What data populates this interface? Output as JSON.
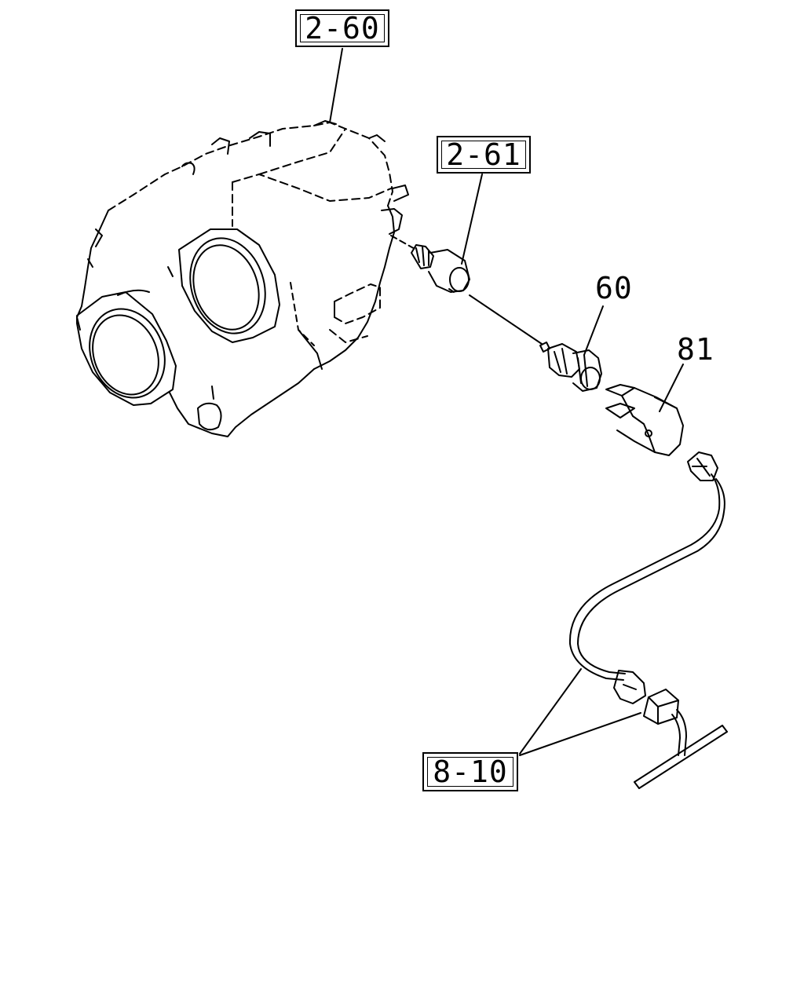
{
  "callouts": {
    "ref_2_60": "2-60",
    "ref_2_61": "2-61",
    "ref_8_10": "8-10"
  },
  "parts": {
    "part_60": "60",
    "part_81": "81"
  },
  "icons": [
    "transmission-housing",
    "speed-sensor-drive",
    "speed-sensor",
    "sensor-connector-cap",
    "wire-harness"
  ]
}
